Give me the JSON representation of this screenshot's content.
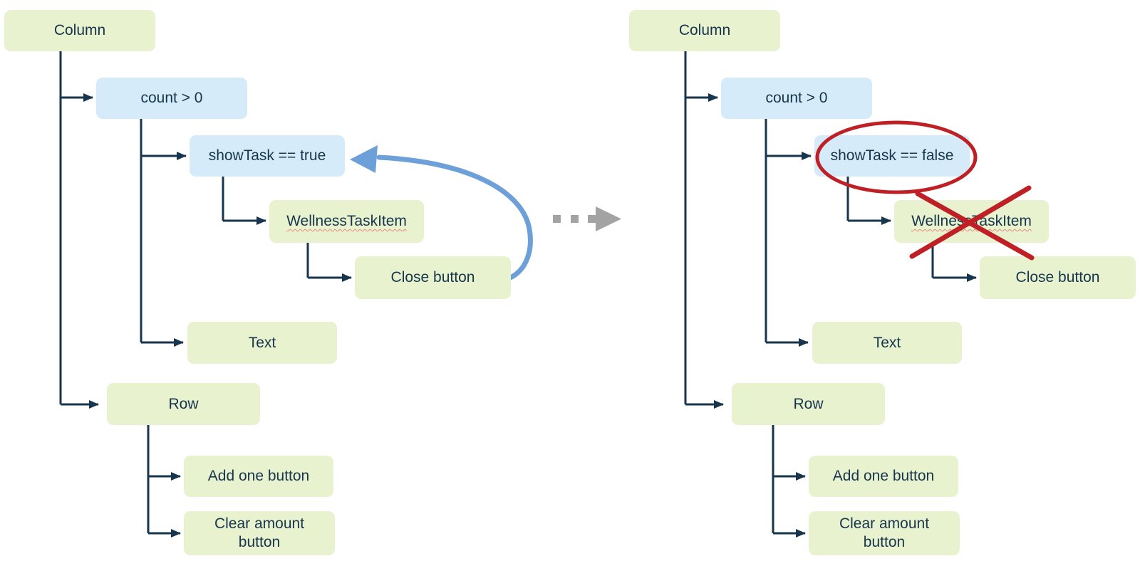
{
  "colors": {
    "node_green_bg": "#e9f2cf",
    "node_blue_bg": "#d5ebfa",
    "node_text": "#17364d",
    "connector": "#17364d",
    "loop_arrow_blue": "#6d9fd8",
    "transition_arrow_gray": "#a3a3a3",
    "annotation_red": "#bf2026",
    "spellcheck_underline": "#e58b80"
  },
  "trees": [
    {
      "id": "before",
      "nodes": {
        "column": "Column",
        "count_condition": "count > 0",
        "showtask_condition": "showTask == true",
        "wellness_task_item": "WellnessTaskItem",
        "close_button": "Close button",
        "text": "Text",
        "row": "Row",
        "add_one_button": "Add one button",
        "clear_amount_button": "Clear amount button"
      }
    },
    {
      "id": "after",
      "nodes": {
        "column": "Column",
        "count_condition": "count > 0",
        "showtask_condition": "showTask == false",
        "wellness_task_item": "WellnessTaskItem",
        "close_button": "Close button",
        "text": "Text",
        "row": "Row",
        "add_one_button": "Add one button",
        "clear_amount_button": "Clear amount button"
      }
    }
  ]
}
